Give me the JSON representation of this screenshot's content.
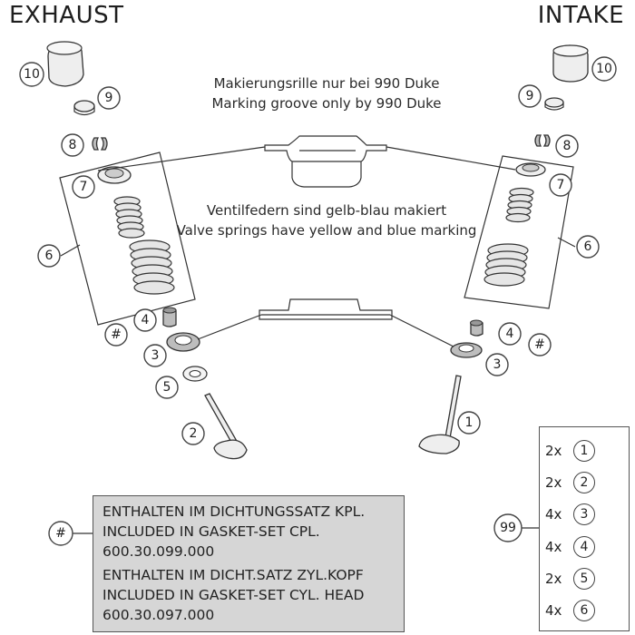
{
  "headers": {
    "exhaust": "EXHAUST",
    "intake": "INTAKE"
  },
  "notes": {
    "groove_de": "Makierungsrille nur bei 990 Duke",
    "groove_en": "Marking groove only by 990 Duke",
    "springs_de": "Ventilfedern sind gelb-blau makiert",
    "springs_en": "Valve springs have yellow and blue marking"
  },
  "callouts": {
    "exhaust": {
      "c10": "10",
      "c9": "9",
      "c8": "8",
      "c7": "7",
      "c6": "6",
      "c4": "4",
      "chash": "#",
      "c3": "3",
      "c5": "5",
      "c2": "2"
    },
    "intake": {
      "c10": "10",
      "c9": "9",
      "c8": "8",
      "c7": "7",
      "c6": "6",
      "c4": "4",
      "chash": "#",
      "c3": "3",
      "c1": "1"
    },
    "legend": {
      "chash": "#",
      "c99": "99"
    }
  },
  "gasket_set": {
    "line1": "ENTHALTEN IM DICHTUNGSSATZ KPL.",
    "line2": "INCLUDED IN GASKET-SET CPL.",
    "line3": "600.30.099.000",
    "line4": "ENTHALTEN IM DICHT.SATZ ZYL.KOPF",
    "line5": "INCLUDED IN GASKET-SET CYL. HEAD",
    "line6": "600.30.097.000"
  },
  "kit_99": [
    {
      "qty": "2x",
      "part": "1"
    },
    {
      "qty": "2x",
      "part": "2"
    },
    {
      "qty": "4x",
      "part": "3"
    },
    {
      "qty": "4x",
      "part": "4"
    },
    {
      "qty": "2x",
      "part": "5"
    },
    {
      "qty": "4x",
      "part": "6"
    }
  ]
}
